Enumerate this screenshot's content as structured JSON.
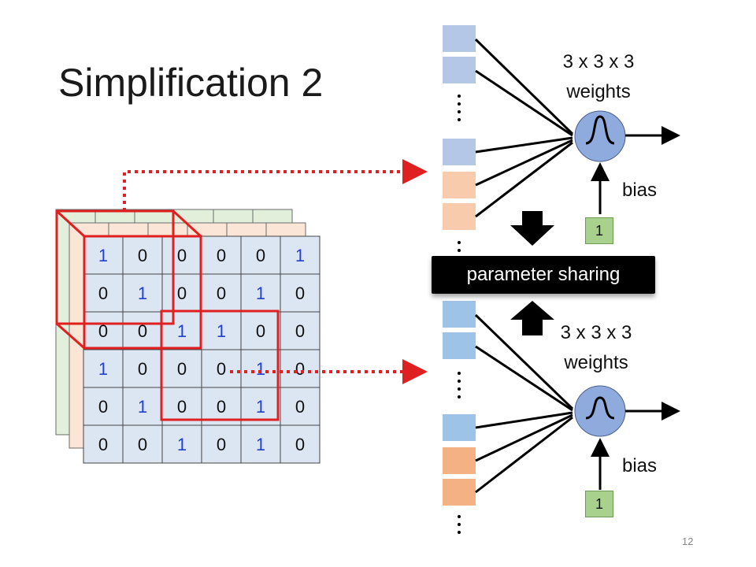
{
  "slide": {
    "title": "Simplification 2",
    "page_number": "12"
  },
  "filter_matrix": {
    "rows": [
      [
        "1",
        "0",
        "0",
        "0",
        "0",
        "1"
      ],
      [
        "0",
        "1",
        "0",
        "0",
        "1",
        "0"
      ],
      [
        "0",
        "0",
        "1",
        "1",
        "0",
        "0"
      ],
      [
        "1",
        "0",
        "0",
        "0",
        "1",
        "0"
      ],
      [
        "0",
        "1",
        "0",
        "0",
        "1",
        "0"
      ],
      [
        "0",
        "0",
        "1",
        "0",
        "1",
        "0"
      ]
    ]
  },
  "neuron_top": {
    "weights_label": "3 x 3 x 3\nweights",
    "bias_label": "bias",
    "bias_input": "1"
  },
  "neuron_bottom": {
    "weights_label": "3 x 3 x 3\nweights",
    "bias_label": "bias",
    "bias_input": "1"
  },
  "parameter_sharing_label": "parameter sharing",
  "colors": {
    "grid_fill": "#dce6f2",
    "back_layer_green": "#e2efda",
    "back_layer_orange": "#fbe5d6",
    "highlight_red": "#e02020",
    "one_digit": "#1f3fd6",
    "zero_digit": "#111111",
    "input_blue": "#b4c7e7",
    "input_orange_light": "#f8cbad",
    "input_orange": "#f4b183",
    "neuron_fill": "#8faadc",
    "bias_box": "#a9d18e"
  }
}
